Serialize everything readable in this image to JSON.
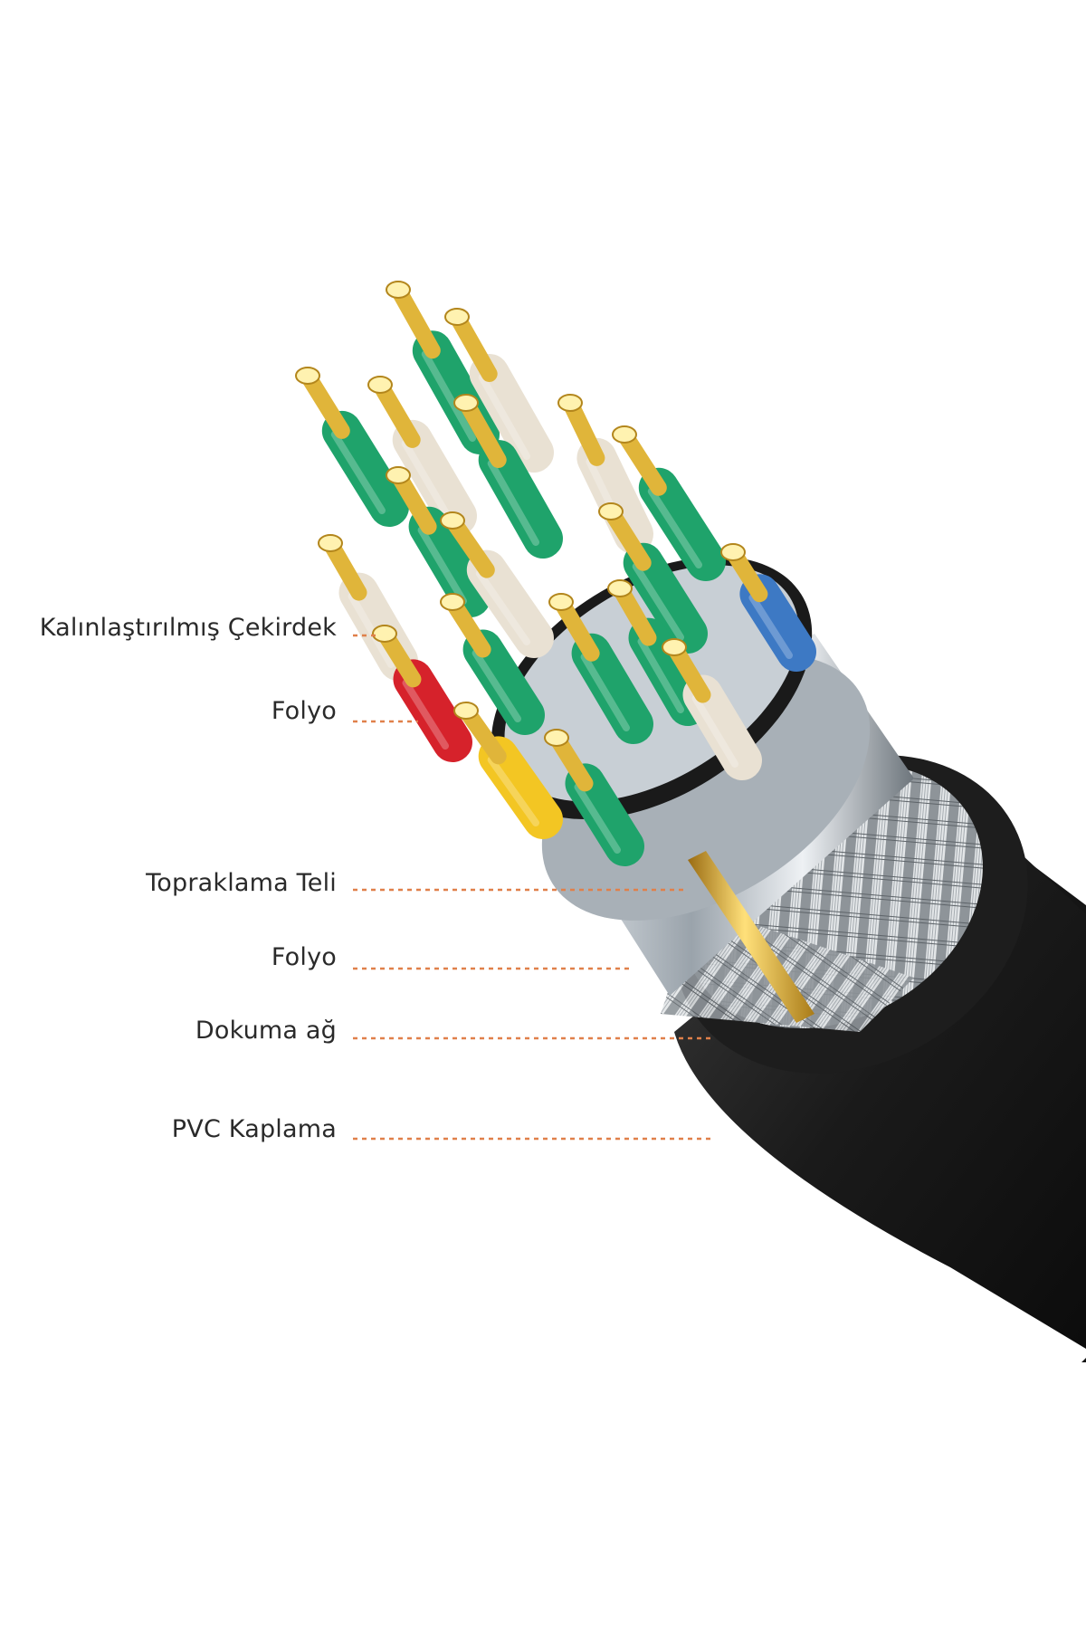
{
  "diagram": {
    "labels": [
      {
        "id": "thick-core",
        "text": "Kalınlaştırılmış Çekirdek"
      },
      {
        "id": "foil-inner",
        "text": "Folyo"
      },
      {
        "id": "ground-wire",
        "text": "Topraklama Teli"
      },
      {
        "id": "foil-outer",
        "text": "Folyo"
      },
      {
        "id": "braid",
        "text": "Dokuma ağ"
      },
      {
        "id": "pvc-jacket",
        "text": "PVC Kaplama"
      }
    ],
    "colors": {
      "leader": "#e0804a",
      "jacket": "#1b1b1b",
      "gold": "#e0b53a",
      "green": "#1fa36b",
      "white_insulation": "#e9e1d3",
      "blue": "#3d79c4",
      "red": "#d6222b",
      "yellow": "#f3c623",
      "foil": "#b9c0c7",
      "braid": "#cfd3d6"
    }
  }
}
